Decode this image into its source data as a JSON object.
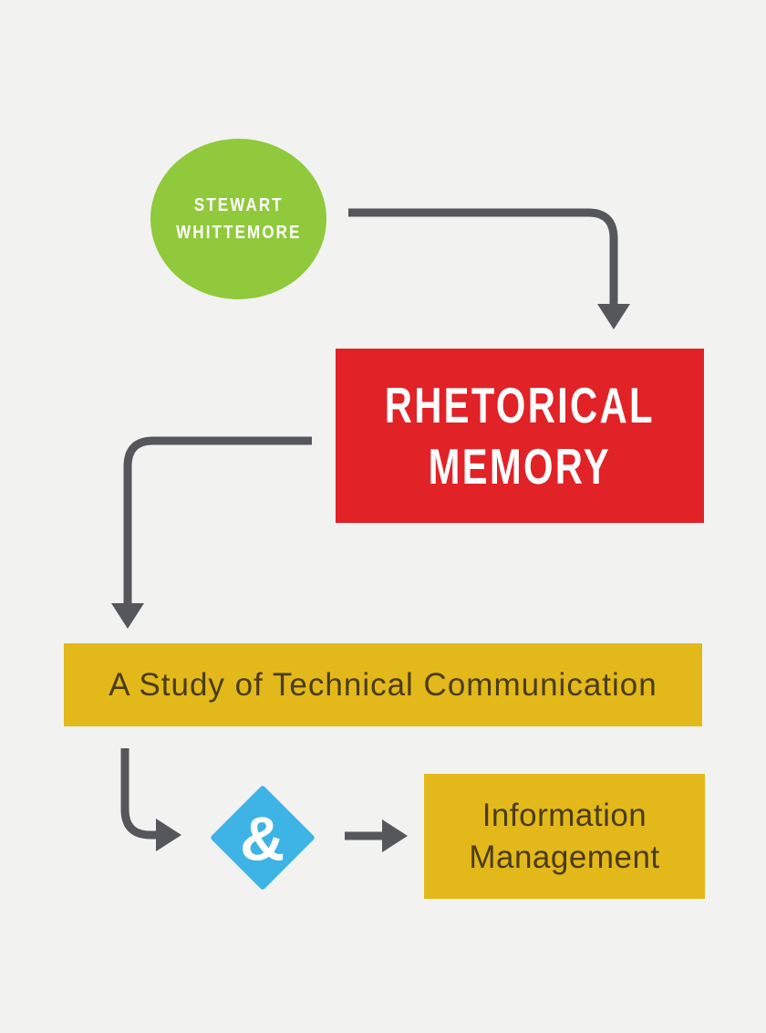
{
  "cover": {
    "background_color": "#f2f2f1",
    "author": {
      "line1": "STEWART",
      "line2": "WHITTEMORE",
      "shape": "circle",
      "bg_color": "#90c93c",
      "text_color": "#ffffff"
    },
    "title": {
      "line1": "RHETORICAL",
      "line2": "MEMORY",
      "shape": "rectangle",
      "bg_color": "#e12227",
      "text_color": "#ffffff"
    },
    "subtitle": {
      "text": "A Study of Technical Communication",
      "shape": "bar",
      "bg_color": "#e3b81b",
      "text_color": "#4a3c11"
    },
    "ampersand": {
      "text": "&",
      "shape": "diamond",
      "bg_color": "#3db3e6",
      "text_color": "#ffffff"
    },
    "subtitle2": {
      "line1": "Information",
      "line2": "Management",
      "shape": "rectangle",
      "bg_color": "#e3b81b",
      "text_color": "#4a3c11"
    },
    "arrows": {
      "color": "#56575a",
      "connections": [
        "author-circle to title-box",
        "title-box to subtitle-bar",
        "subtitle-bar to ampersand-diamond",
        "ampersand-diamond to subtitle2-box"
      ]
    }
  }
}
